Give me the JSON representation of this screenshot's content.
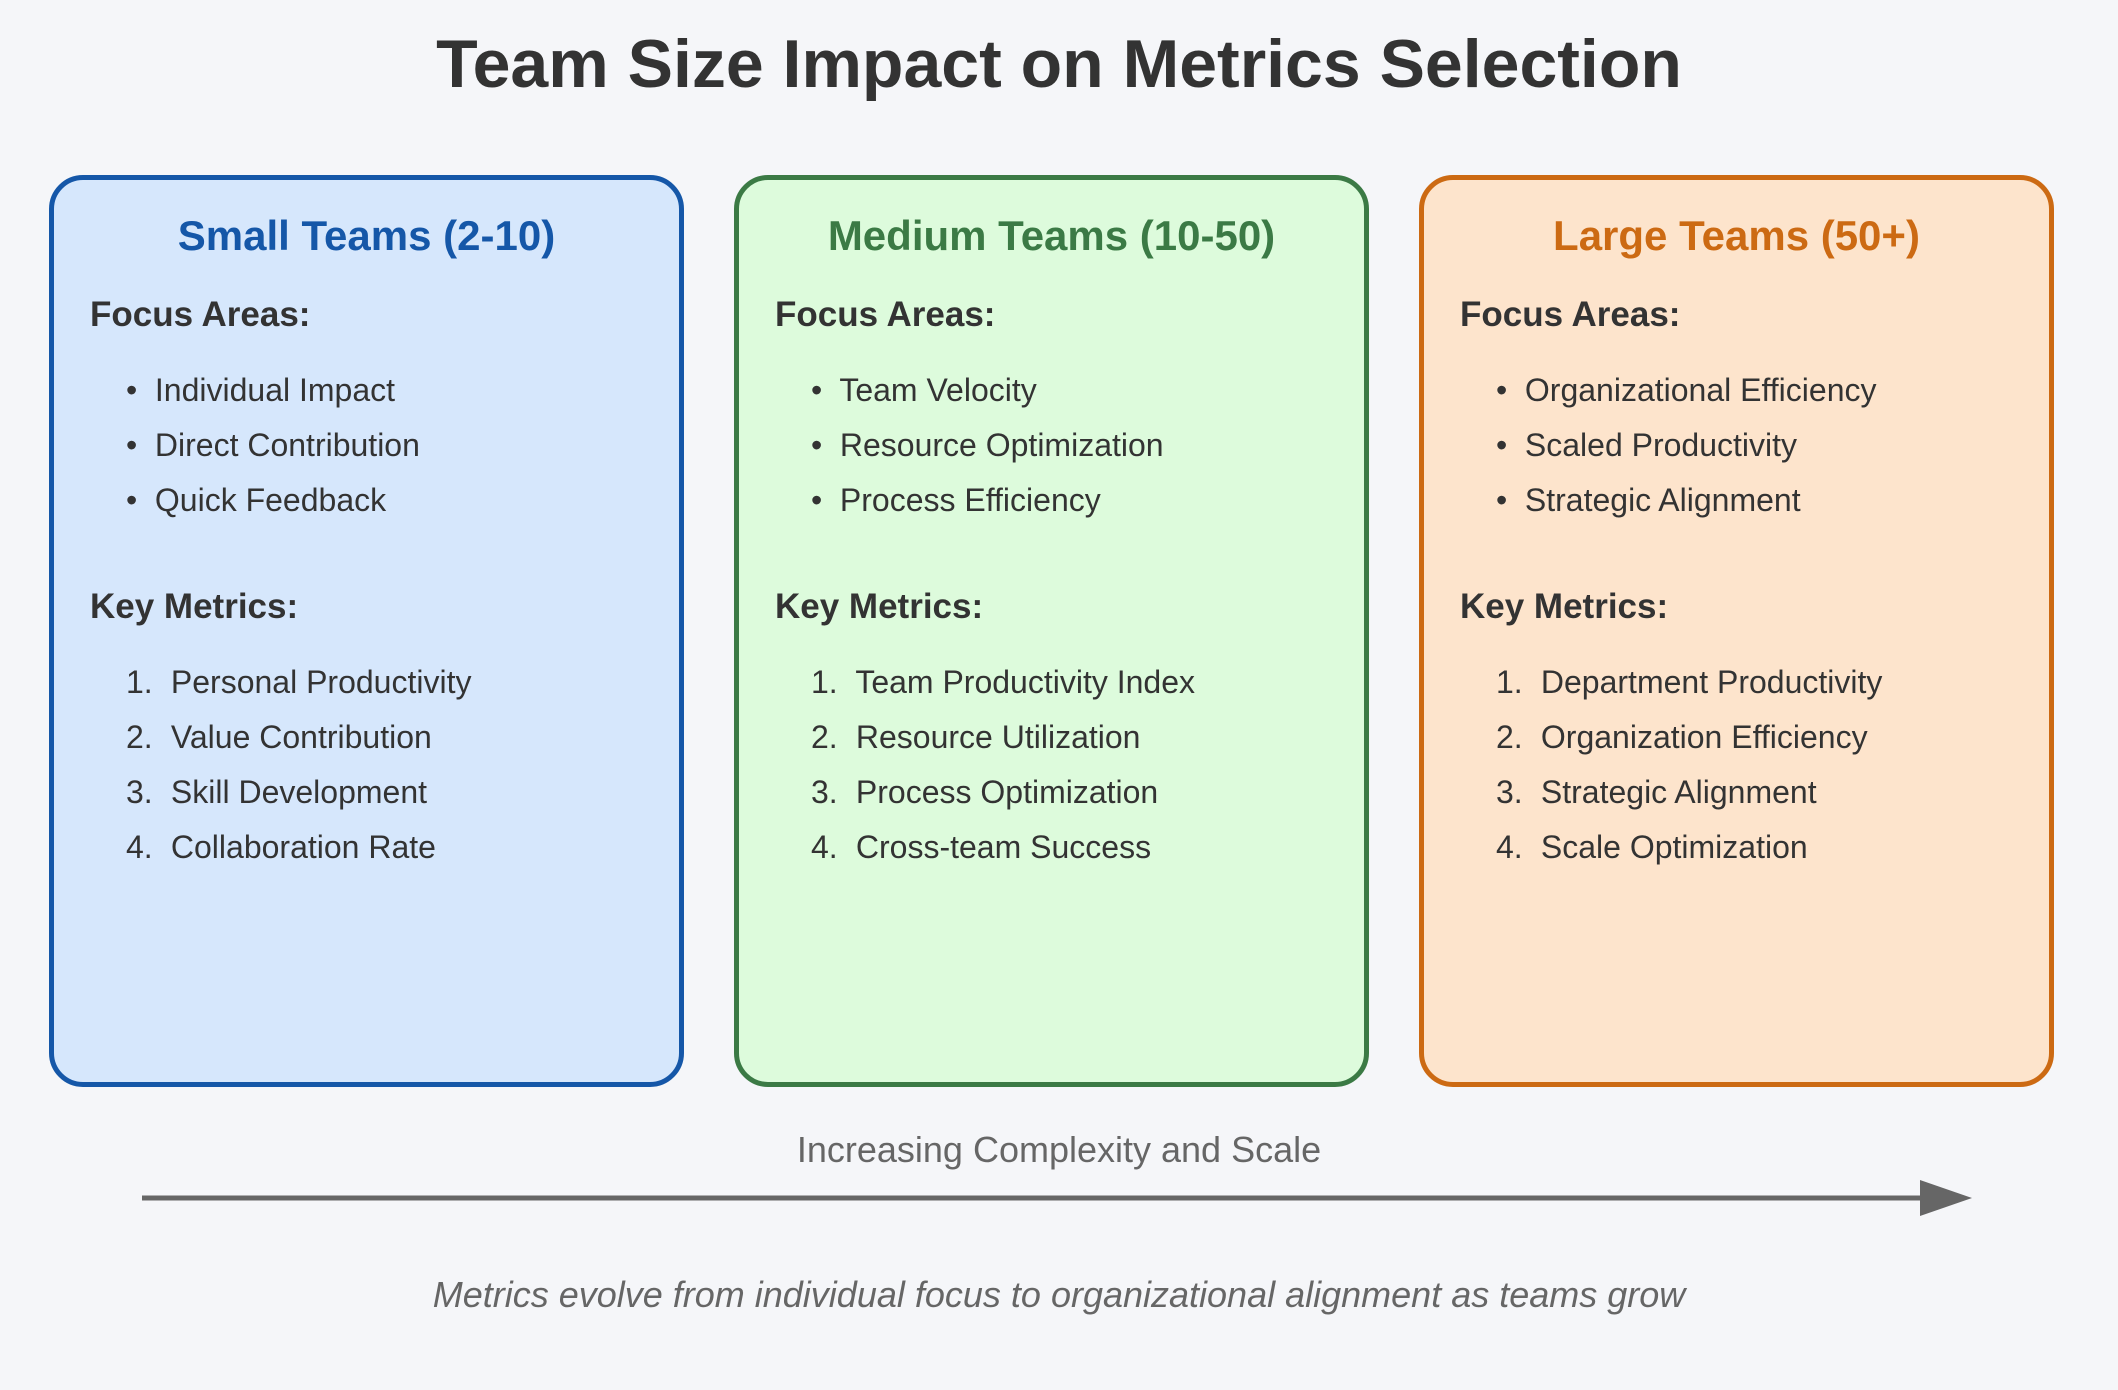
{
  "title": "Team Size Impact on Metrics Selection",
  "cards": [
    {
      "title": "Small Teams (2-10)",
      "border_color": "#1557a8",
      "background": "#d6e7fc",
      "title_color": "#1557a8",
      "focus_heading": "Focus Areas:",
      "focus_items": [
        "Individual Impact",
        "Direct Contribution",
        "Quick Feedback"
      ],
      "metrics_heading": "Key Metrics:",
      "metrics_items": [
        "Personal Productivity",
        "Value Contribution",
        "Skill Development",
        "Collaboration Rate"
      ]
    },
    {
      "title": "Medium Teams (10-50)",
      "border_color": "#3b7a45",
      "background": "#ddfbdc",
      "title_color": "#3b7a45",
      "focus_heading": "Focus Areas:",
      "focus_items": [
        "Team Velocity",
        "Resource Optimization",
        "Process Efficiency"
      ],
      "metrics_heading": "Key Metrics:",
      "metrics_items": [
        "Team Productivity Index",
        "Resource Utilization",
        "Process Optimization",
        "Cross-team Success"
      ]
    },
    {
      "title": "Large Teams (50+)",
      "border_color": "#cc6a13",
      "background": "#fde4cc",
      "title_color": "#cc6a13",
      "focus_heading": "Focus Areas:",
      "focus_items": [
        "Organizational Efficiency",
        "Scaled Productivity",
        "Strategic Alignment"
      ],
      "metrics_heading": "Key Metrics:",
      "metrics_items": [
        "Department Productivity",
        "Organization Efficiency",
        "Strategic Alignment",
        "Scale Optimization"
      ]
    }
  ],
  "bullet": "•",
  "axis_label": "Increasing Complexity and Scale",
  "arrow_color": "#666666",
  "footnote": "Metrics evolve from individual focus to organizational alignment as teams grow"
}
